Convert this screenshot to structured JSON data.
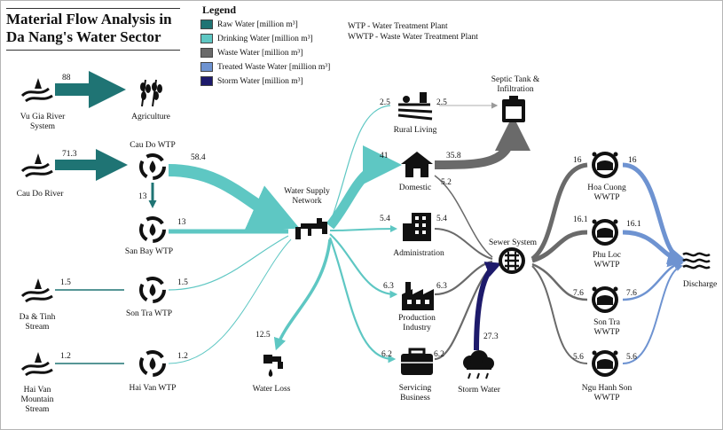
{
  "title_line1": "Material Flow Analysis in",
  "title_line2": "Da Nang's Water Sector",
  "legend": {
    "title": "Legend",
    "items": [
      {
        "label": "Raw Water [million m³]",
        "color": "#1f7474"
      },
      {
        "label": "Drinking Water [million m³]",
        "color": "#5ec7c3"
      },
      {
        "label": "Waste Water [million m³]",
        "color": "#6a6a6a"
      },
      {
        "label": "Treated Waste Water [million m³]",
        "color": "#6e93d1"
      },
      {
        "label": "Storm Water [million m³]",
        "color": "#1d1a6b"
      }
    ],
    "abbr1": "WTP    - Water Treatment Plant",
    "abbr2": "WWTP - Waste Water Treatment Plant"
  },
  "nodes": {
    "vugia": [
      "Vu Gia River",
      "System"
    ],
    "agriculture": [
      "Agriculture"
    ],
    "caudo_river": [
      "Cau Do River"
    ],
    "caudo_wtp": [
      "Cau Do WTP"
    ],
    "sanbay": [
      "San Bay WTP"
    ],
    "datinh": [
      "Da & Tinh",
      "Stream"
    ],
    "sontra_wtp": [
      "Son Tra WTP"
    ],
    "haivan": [
      "Hai Van",
      "Mountain",
      "Stream"
    ],
    "haivan_wtp": [
      "Hai Van WTP"
    ],
    "wsn": [
      "Water Supply",
      "Network"
    ],
    "waterloss": [
      "Water Loss"
    ],
    "rural": [
      "Rural Living"
    ],
    "septic": [
      "Septic Tank &",
      "Infiltration"
    ],
    "domestic": [
      "Domestic"
    ],
    "admin": [
      "Administration"
    ],
    "production": [
      "Production",
      "Industry"
    ],
    "servicing": [
      "Servicing",
      "Business"
    ],
    "storm": [
      "Storm Water"
    ],
    "sewer": [
      "Sewer System"
    ],
    "hoacuong": [
      "Hoa Cuong",
      "WWTP"
    ],
    "phuloc": [
      "Phu Loc",
      "WWTP"
    ],
    "sontra_wwtp": [
      "Son Tra",
      "WWTP"
    ],
    "ngu": [
      "Ngu Hanh Son",
      "WWTP"
    ],
    "discharge": [
      "Discharge"
    ]
  },
  "flows": {
    "vugia_agri": "88",
    "caudo_river_wtp": "71.3",
    "caudo_wsn": "58.4",
    "caudo_sanbay": "13",
    "sanbay_wsn": "13",
    "datinh_in": "1.5",
    "sontra_out": "1.5",
    "haivan_in": "1.2",
    "haivan_out": "1.2",
    "waterloss": "12.5",
    "rural_in": "2.5",
    "rural_out": "2.5",
    "domestic_in": "41",
    "domestic_septic": "35.8",
    "domestic_sewer": "5.2",
    "admin_in": "5.4",
    "admin_out": "5.4",
    "prod_in": "6.3",
    "prod_out": "6.3",
    "serv_in": "6.2",
    "serv_out": "6.2",
    "storm": "27.3",
    "hoacuong_in": "16",
    "hoacuong_out": "16",
    "phuloc_in": "16.1",
    "phuloc_out": "16.1",
    "sontra_wwtp_in": "7.6",
    "sontra_wwtp_out": "7.6",
    "ngu_in": "5.6",
    "ngu_out": "5.6"
  }
}
